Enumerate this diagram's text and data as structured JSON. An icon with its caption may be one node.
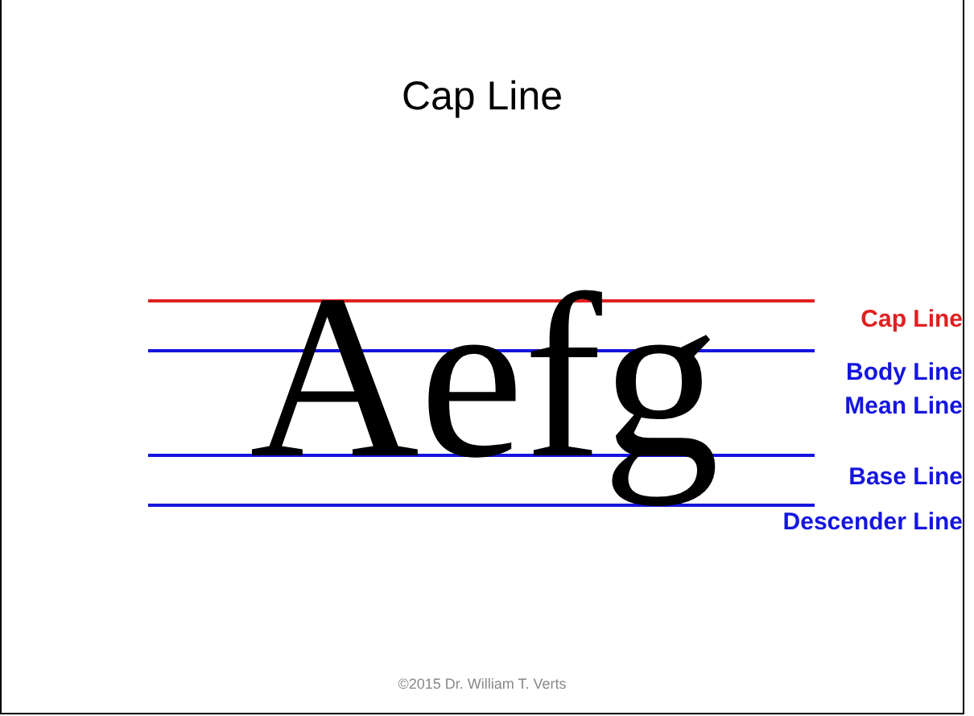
{
  "diagram": {
    "title": "Cap Line",
    "labels": [
      "Aefg",
      "Cap Line",
      "Body Line",
      "Mean Line",
      "Base Line",
      "Descender Line",
      "©2015 Dr. William T. Verts"
    ]
  }
}
